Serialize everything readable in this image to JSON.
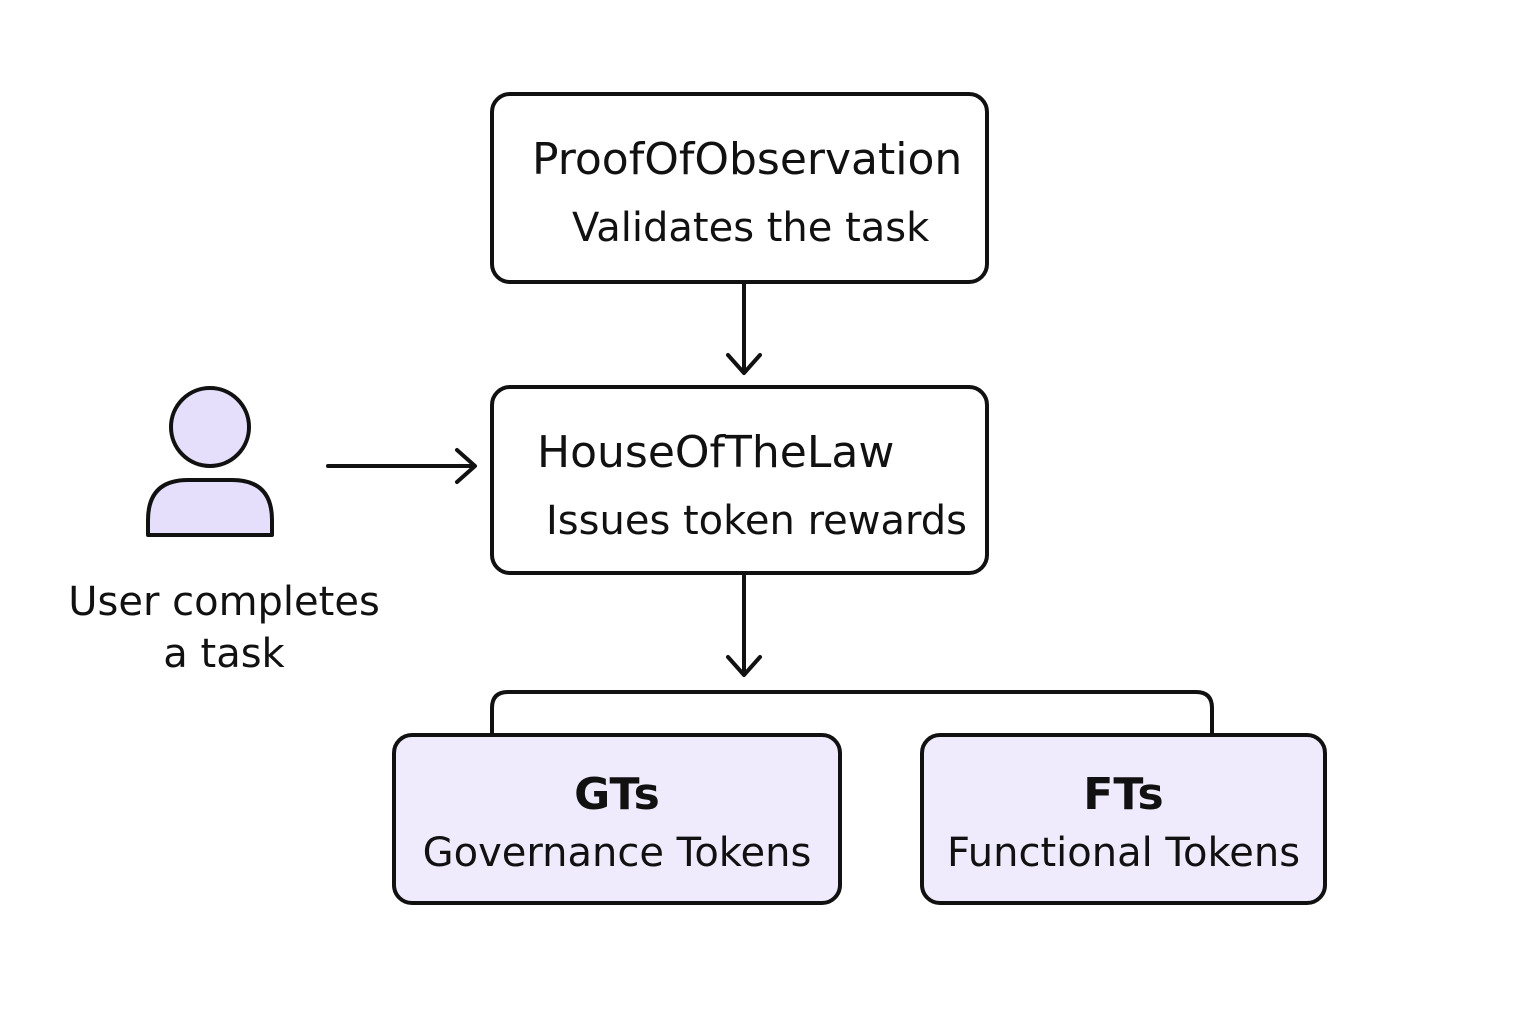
{
  "colors": {
    "stroke": "#111111",
    "node_fill": "#ffffff",
    "token_fill": "#efebfd",
    "user_fill": "#e5dffb"
  },
  "nodes": {
    "proof": {
      "title": "ProofOfObservation",
      "subtitle": "Validates the task"
    },
    "house": {
      "title": "HouseOfTheLaw",
      "subtitle": "Issues token rewards"
    },
    "gts": {
      "title": "GTs",
      "subtitle": "Governance Tokens"
    },
    "fts": {
      "title": "FTs",
      "subtitle": "Functional Tokens"
    }
  },
  "user": {
    "icon": "user-icon",
    "label_line1": "User completes",
    "label_line2": "a task"
  }
}
